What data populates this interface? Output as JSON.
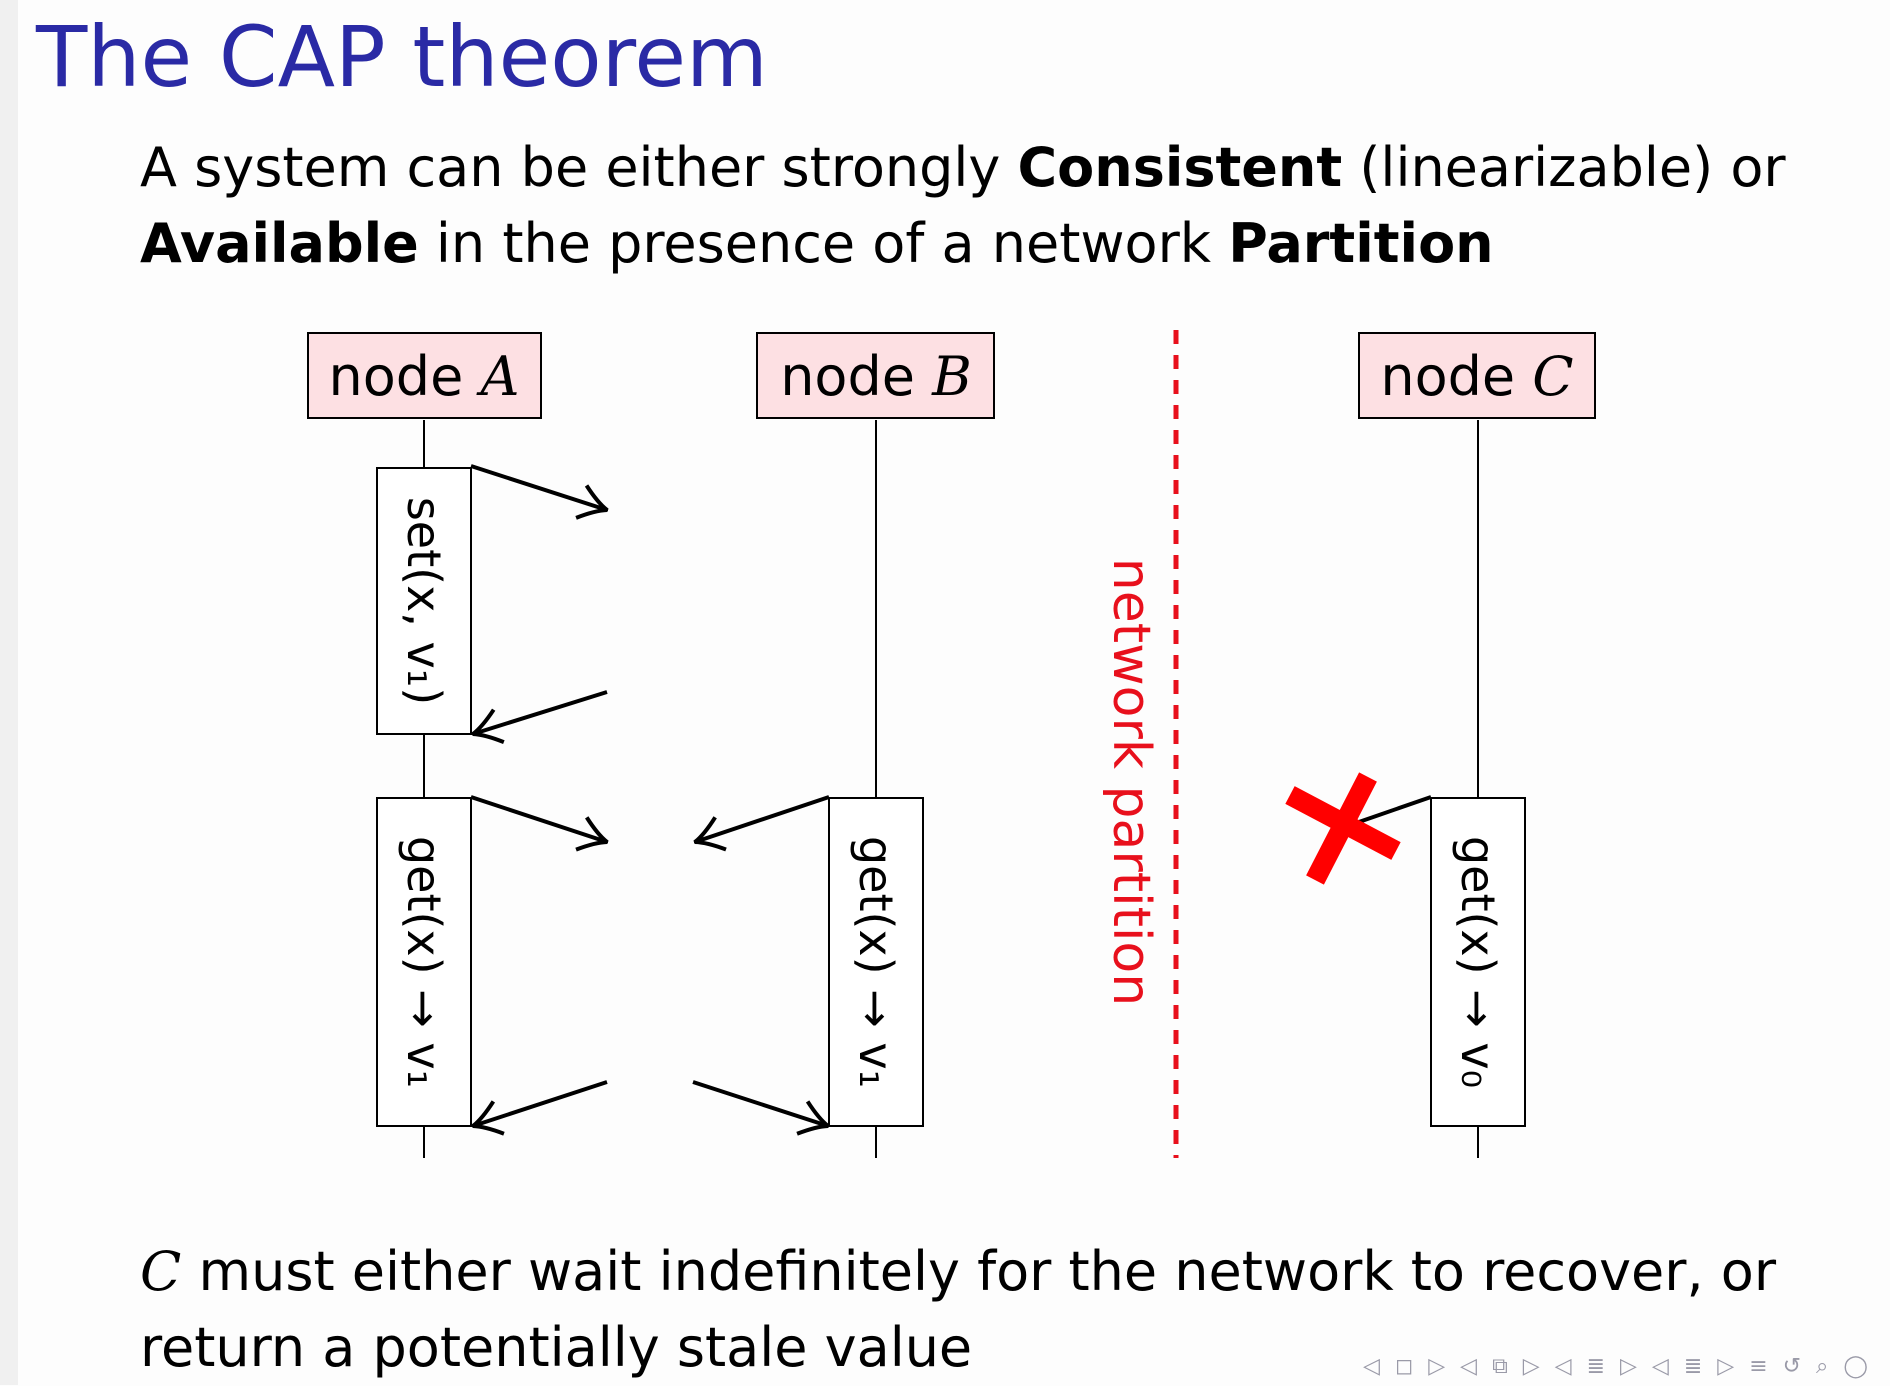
{
  "slide": {
    "title": "The CAP theorem",
    "intro": {
      "line1_a": "A system can be either strongly ",
      "line1_b": "Consistent",
      "line1_c": " (linearizable) or",
      "line2_a": "Available",
      "line2_b": " in the presence of a network ",
      "line2_c": "Partition"
    },
    "conclusion": {
      "var": "C",
      "line1": " must either wait indefinitely for the network to recover, or",
      "line2": "return a potentially stale value"
    }
  },
  "diagram": {
    "nodes": [
      {
        "label": "node ",
        "var": "A"
      },
      {
        "label": "node ",
        "var": "B"
      },
      {
        "label": "node ",
        "var": "C"
      }
    ],
    "ops": {
      "set_a": "set(x, v₁)",
      "get_a": "get(x) → v₁",
      "get_b": "get(x) → v₁",
      "get_c": "get(x) → v₀"
    },
    "partition_label": "network partition",
    "colors": {
      "node_fill": "#fde0e3",
      "partition": "#e8101c",
      "cross": "#ff0000"
    }
  },
  "nav": {
    "controls": "◁ ◻ ▷ ◁ ⧉ ▷ ◁ ≣ ▷ ◁ ≣ ▷  ≡  ↺ ⌕ ◯"
  }
}
